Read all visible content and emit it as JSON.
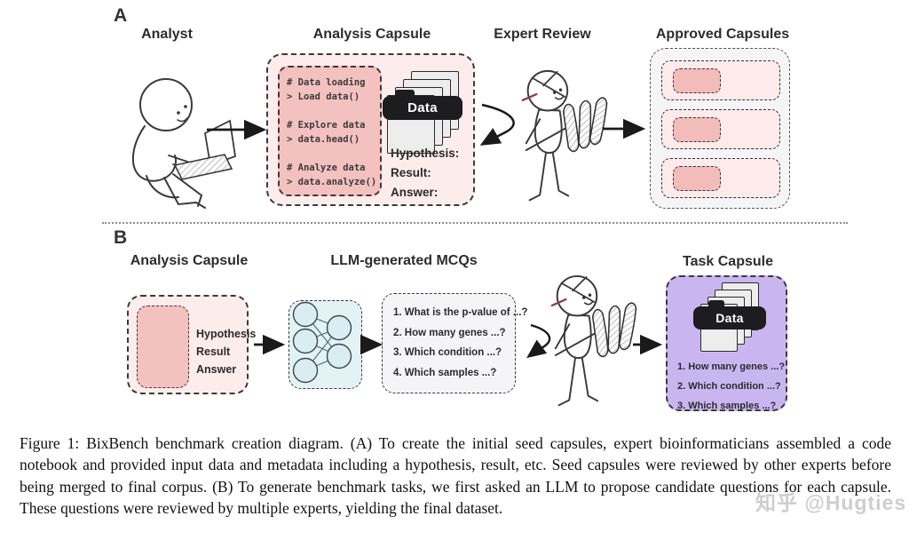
{
  "figure": {
    "panel_a": {
      "label": "A",
      "analyst_title": "Analyst",
      "capsule_title": "Analysis Capsule",
      "code_lines": [
        "# Data loading",
        "> Load data()",
        "",
        "# Explore data",
        "> data.head()",
        "",
        "# Analyze data",
        "> data.analyze()"
      ],
      "data_stack_label": "Data",
      "capsule_fields": [
        "Hypothesis:",
        "Result:",
        "Answer:"
      ],
      "expert_title": "Expert Review",
      "approved_title": "Approved Capsules",
      "approved_row_count": 3
    },
    "panel_b": {
      "label": "B",
      "capsule_title": "Analysis Capsule",
      "capsule_fields": [
        "Hypothesis",
        "Result",
        "Answer"
      ],
      "mcq_title": "LLM-generated MCQs",
      "mcq_questions": [
        "1. What is the p-value of ...?",
        "2. How many genes ...?",
        "3. Which condition ...?",
        "4. Which samples ...?"
      ],
      "task_title": "Task Capsule",
      "task_data_label": "Data",
      "task_questions": [
        "1. How many genes ...?",
        "2. Which condition ...?",
        "3. Which samples ...?"
      ]
    }
  },
  "caption": {
    "text": "Figure 1: BixBench benchmark creation diagram. (A) To create the initial seed capsules, expert bioinformaticians assembled a code notebook and provided input data and metadata including a hypothesis, result, etc. Seed capsules were reviewed by other experts before being merged to final corpus. (B) To generate benchmark tasks, we first asked an LLM to propose candidate questions for each capsule. These questions were reviewed by multiple experts, yielding the final dataset."
  },
  "watermark": "知乎 @Hugties",
  "colors": {
    "pink_light": "#fcedec",
    "pink_mid": "#f3c1c0",
    "blue_light": "#e3f2f5",
    "purple": "#c9b6f1",
    "gray_light": "#f5f5f7",
    "label_black": "#1d1d1f"
  }
}
